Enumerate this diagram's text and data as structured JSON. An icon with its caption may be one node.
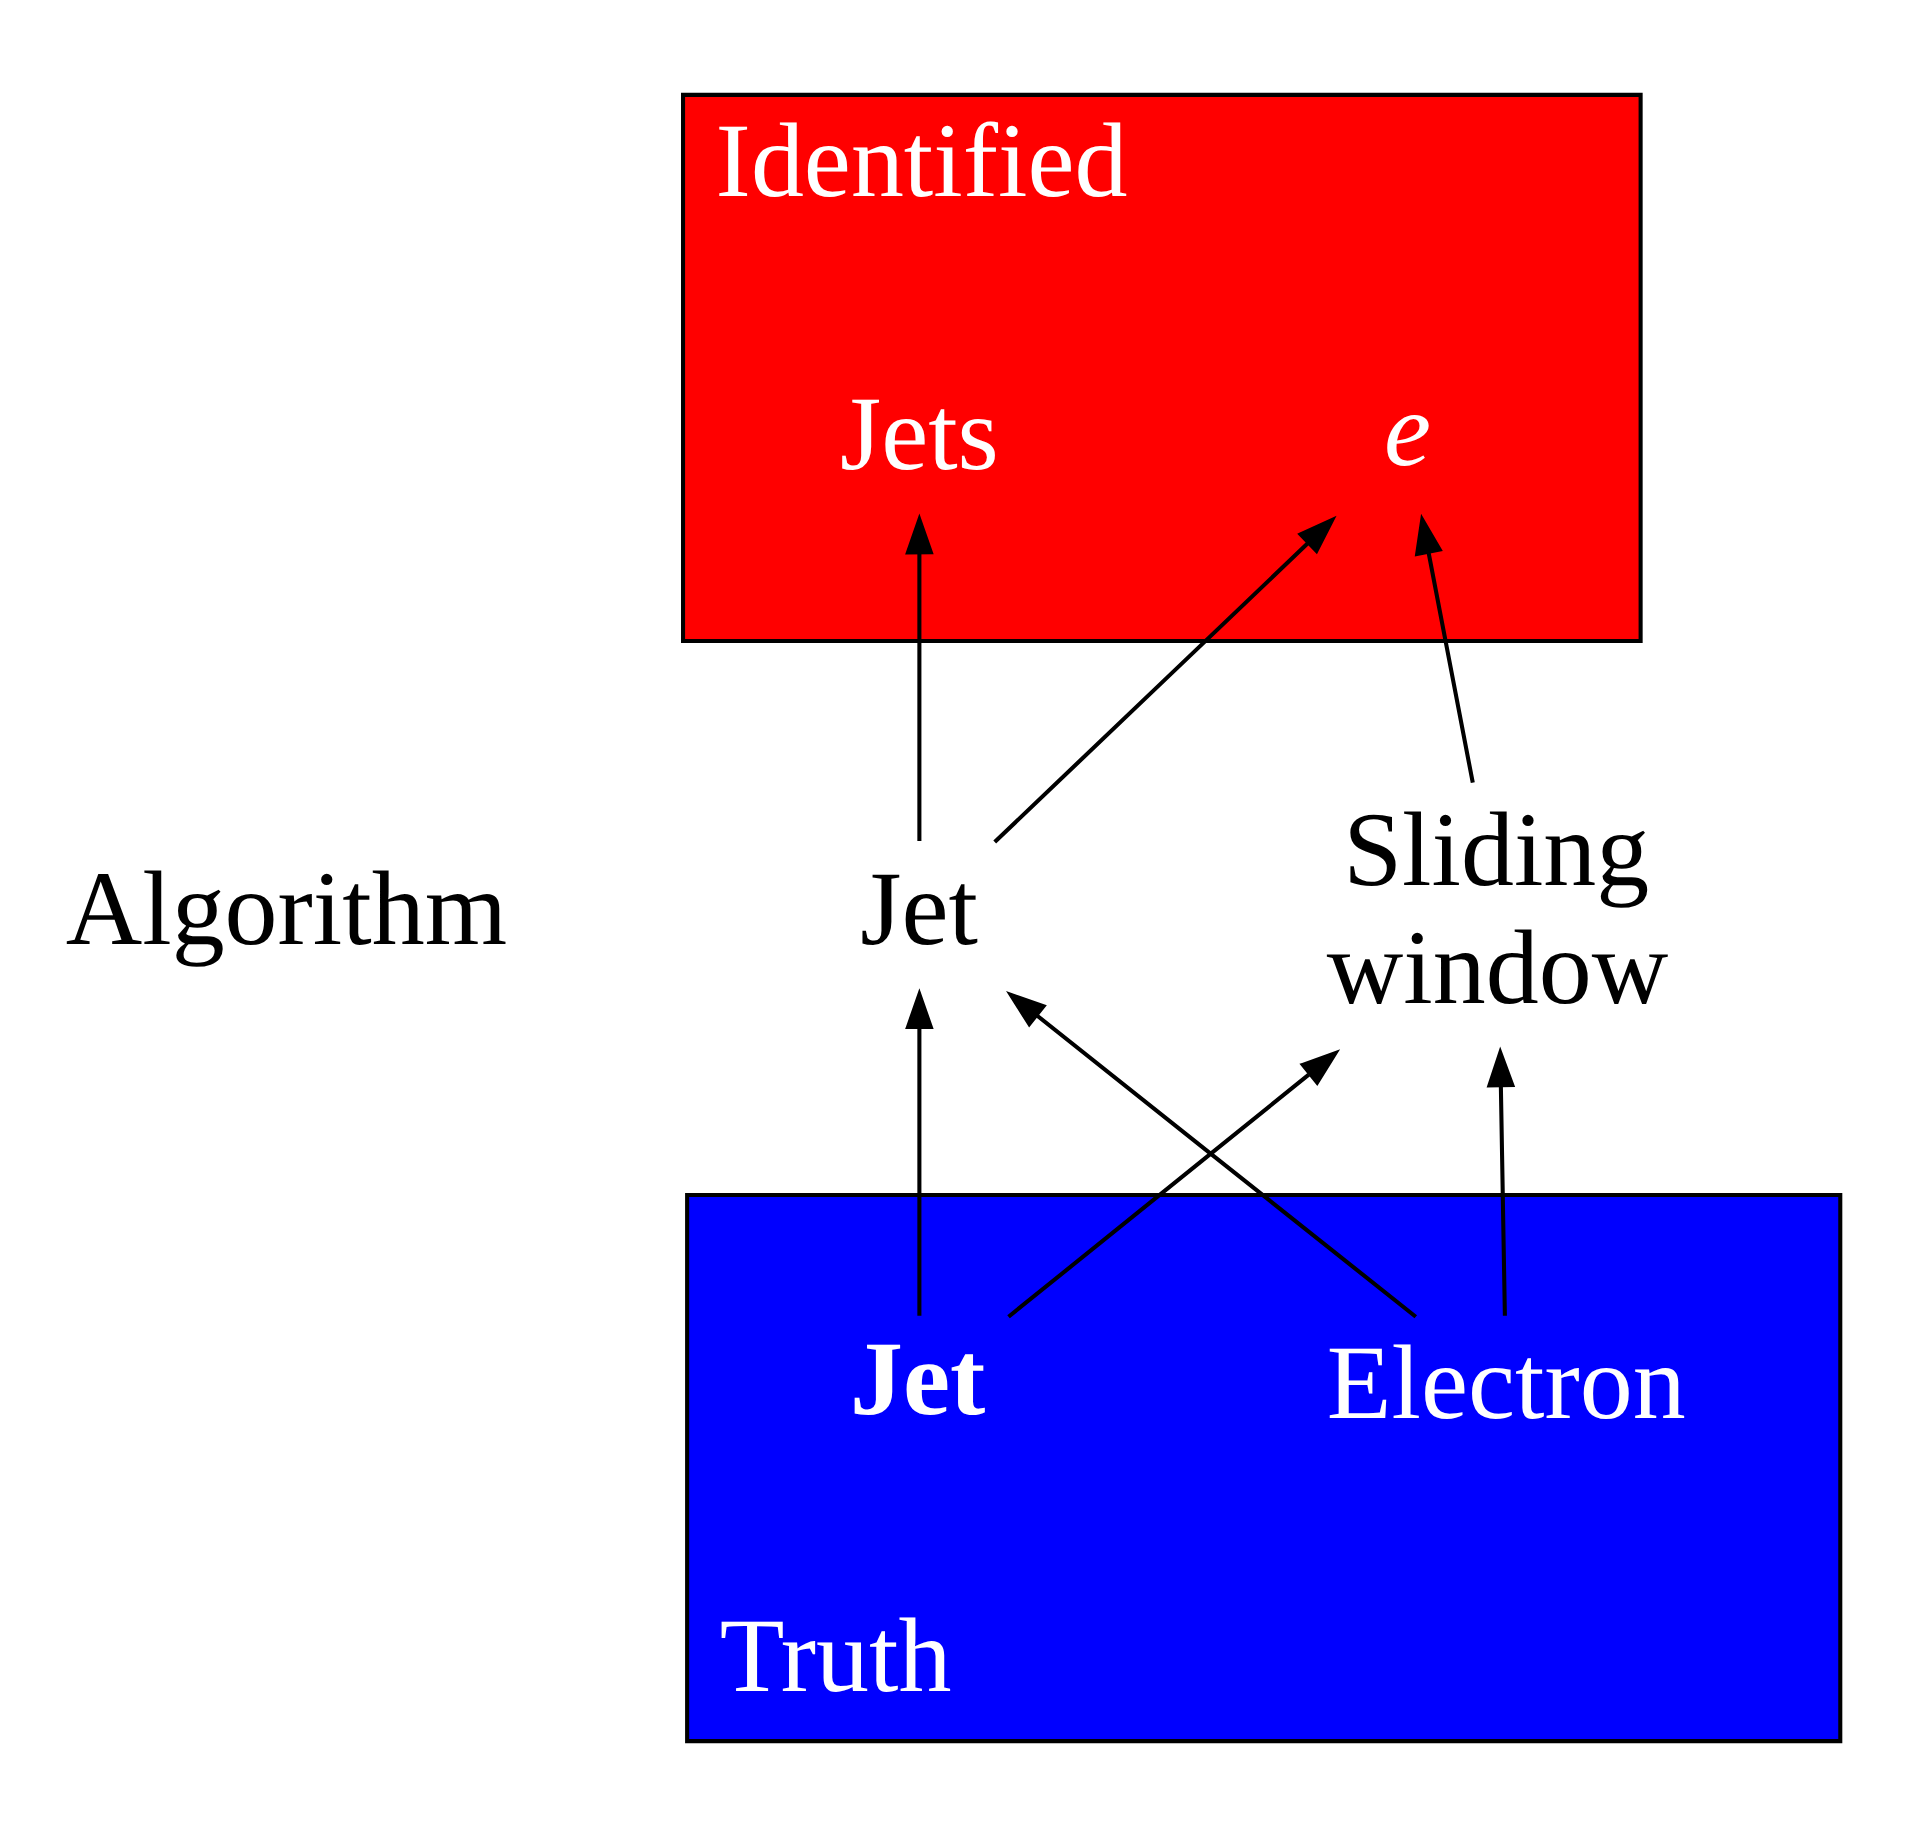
{
  "diagram": {
    "nodes": [
      {
        "text": [
          "Identified"
        ]
      },
      {
        "text": [
          "Jets"
        ],
        "in": 0
      },
      {
        "text": [
          "e"
        ],
        "in": 0
      },
      {
        "text": [
          "Jet"
        ]
      },
      {
        "text": [
          "Sliding window"
        ]
      },
      {
        "text": [
          "Truth"
        ]
      },
      {
        "text": [
          "Jet"
        ],
        "in": 5
      },
      {
        "text": [
          "Electron"
        ],
        "in": 5
      }
    ],
    "edges": [
      {
        "from": 6,
        "to": 3,
        "arrow": "to"
      },
      {
        "from": 6,
        "to": 4,
        "arrow": "to"
      },
      {
        "from": 7,
        "to": 3,
        "arrow": "to"
      },
      {
        "from": 7,
        "to": 4,
        "arrow": "to"
      },
      {
        "from": 3,
        "to": 1,
        "arrow": "to"
      },
      {
        "from": 3,
        "to": 2,
        "arrow": "to"
      },
      {
        "from": 4,
        "to": 2,
        "arrow": "to"
      }
    ],
    "labels": [
      "Algorithm"
    ]
  }
}
